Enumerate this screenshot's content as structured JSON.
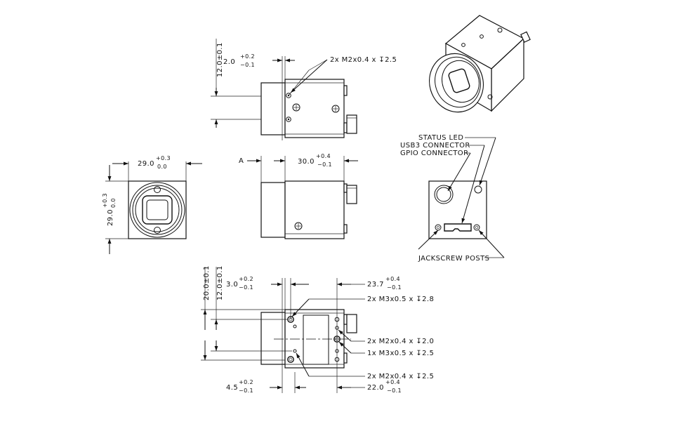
{
  "dimensions": {
    "top_height": "12.0±0.1",
    "top_offset": {
      "base": "2.0",
      "tol_plus": "+0.2",
      "tol_minus": "−0.1"
    },
    "front_width": {
      "base": "29.0",
      "tol_plus": "+0.3",
      "tol_minus": "0.0"
    },
    "front_height": {
      "base": "29.0",
      "tol_plus": "+0.3",
      "tol_minus": "0.0"
    },
    "side_depth": {
      "base": "30.0",
      "tol_plus": "+0.4",
      "tol_minus": "−0.1"
    },
    "datum": "A",
    "bottom_height_outer": "20.0±0.1",
    "bottom_height_inner": "12.0±0.1",
    "bottom_top_offset": {
      "base": "3.0",
      "tol_plus": "+0.2",
      "tol_minus": "−0.1"
    },
    "bottom_span_top": {
      "base": "23.7",
      "tol_plus": "+0.4",
      "tol_minus": "−0.1"
    },
    "bottom_left_offset": {
      "base": "4.5",
      "tol_plus": "+0.2",
      "tol_minus": "−0.1"
    },
    "bottom_span_bottom": {
      "base": "22.0",
      "tol_plus": "+0.4",
      "tol_minus": "−0.1"
    }
  },
  "callouts": {
    "top_holes": "2x  M2x0.4  x  ↧2.5",
    "bottom_m3_top": "2x  M3x0.5  x  ↧2.8",
    "bottom_m2_right": "2x  M2x0.4  x  ↧2.0",
    "bottom_m3_right": "1x  M3x0.5  x  ↧2.5",
    "bottom_m2_bottom": "2x  M2x0.4  x  ↧2.5"
  },
  "rear_labels": {
    "status_led": "STATUS LED",
    "usb3_connector": "USB3 CONNECTOR",
    "gpio_connector": "GPIO CONNECTOR",
    "jackscrew_posts": "JACKSCREW POSTS"
  }
}
